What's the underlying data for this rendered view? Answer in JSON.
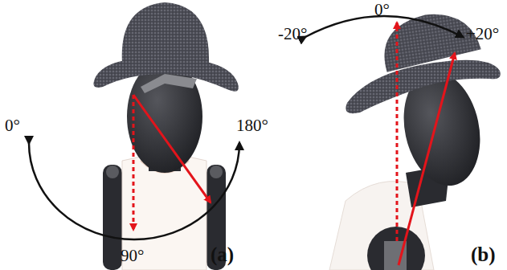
{
  "diagram": {
    "labels": [
      "0°",
      "180°",
      "90°",
      "(a)",
      "0°",
      "-20°",
      "+20°",
      "(b)"
    ]
  }
}
